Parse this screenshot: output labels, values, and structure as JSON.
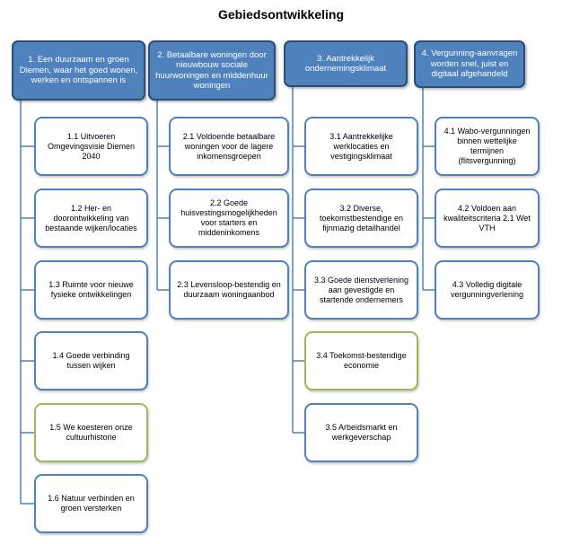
{
  "title": "Gebiedsontwikkeling",
  "colors": {
    "top_fill": "#4f81bd",
    "top_border": "#2c4d75",
    "blue_border": "#4f81bd",
    "green_border": "#9bbb59",
    "connector": "#4f81bd"
  },
  "columns": [
    {
      "label": "1. Een duurzaam en groen Diemen, waar het goed wonen, werken en ontspannen is",
      "children": [
        {
          "label": "1.1 Uitvoeren Omgevingsvisie Diemen 2040",
          "accent": "blue"
        },
        {
          "label": "1.2 Her- en doorontwikkeling van bestaande wijken/locaties",
          "accent": "blue"
        },
        {
          "label": "1.3 Ruimte voor nieuwe fysieke ontwikkelingen",
          "accent": "blue"
        },
        {
          "label": "1.4 Goede verbinding tussen wijken",
          "accent": "blue"
        },
        {
          "label": "1.5 We koesteren onze cultuurhistorie",
          "accent": "green"
        },
        {
          "label": "1.6 Natuur verbinden en groen versterken",
          "accent": "blue"
        }
      ]
    },
    {
      "label": "2. Betaalbare woningen door nieuwbouw sociale huurwoningen en middenhuur woningen",
      "children": [
        {
          "label": "2.1 Voldoende betaalbare woningen voor de lagere inkomensgroepen",
          "accent": "blue"
        },
        {
          "label": "2.2 Goede huisvestingsmogelijkheden voor starters en middeninkomens",
          "accent": "blue"
        },
        {
          "label": "2.3 Levensloop-bestendig en duurzaam woningaanbod",
          "accent": "blue"
        }
      ]
    },
    {
      "label": "3. Aantrekkelijk ondernemingsklimaat",
      "children": [
        {
          "label": "3.1 Aantrekkelijke werklocaties en vestigingsklimaat",
          "accent": "blue"
        },
        {
          "label": "3.2 Diverse, toekomstbestendige en fijnmazig detailhandel",
          "accent": "blue"
        },
        {
          "label": "3.3 Goede dienstverlening aan gevestigde en startende ondernemers",
          "accent": "blue"
        },
        {
          "label": "3.4 Toekomst-bestendige economie",
          "accent": "green"
        },
        {
          "label": "3.5 Arbeidsmarkt en werkgeverschap",
          "accent": "blue"
        }
      ]
    },
    {
      "label": "4. Vergunning-aanvragen worden snel, juist en digitaal afgehandeld",
      "children": [
        {
          "label": "4.1 Wabo-vergunningen binnen wettelijke termijnen (flitsvergunning)",
          "accent": "blue"
        },
        {
          "label": "4.2 Voldoen aan kwaliteitscriteria 2.1 Wet VTH",
          "accent": "blue"
        },
        {
          "label": "4.3 Volledig digitale vergunningverlening",
          "accent": "blue"
        }
      ]
    }
  ]
}
